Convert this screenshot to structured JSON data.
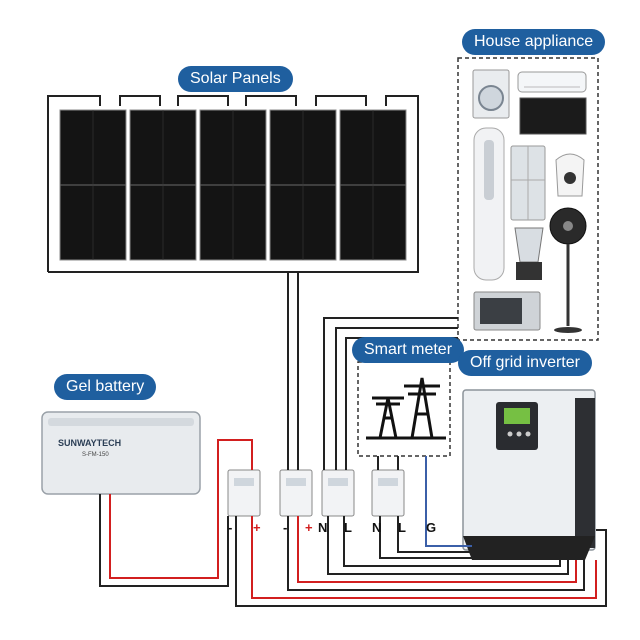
{
  "labels": {
    "solar_panels": "Solar Panels",
    "house_appliance": "House appliance",
    "smart_meter": "Smart meter",
    "off_grid_inverter": "Off grid inverter",
    "gel_battery": "Gel battery"
  },
  "battery": {
    "brand": "SUNWAYTECH",
    "model": "S-FM-150"
  },
  "terminals": {
    "battery_minus": "-",
    "battery_plus": "+",
    "pv_minus": "-",
    "pv_plus": "+",
    "house_n": "N",
    "house_l": "L",
    "grid_n": "N",
    "grid_l": "L",
    "grid_g": "G"
  },
  "colors": {
    "pill_bg": "#1f5f9f",
    "wire_red": "#d21f1f",
    "wire_black": "#222222",
    "wire_blue": "#3b5fa8",
    "panel": "#141414"
  },
  "icons": {
    "solar_panel": "solar-panel-icon",
    "battery": "battery-icon",
    "inverter": "inverter-icon",
    "meter": "meter-icon",
    "tower": "power-tower-icon"
  }
}
